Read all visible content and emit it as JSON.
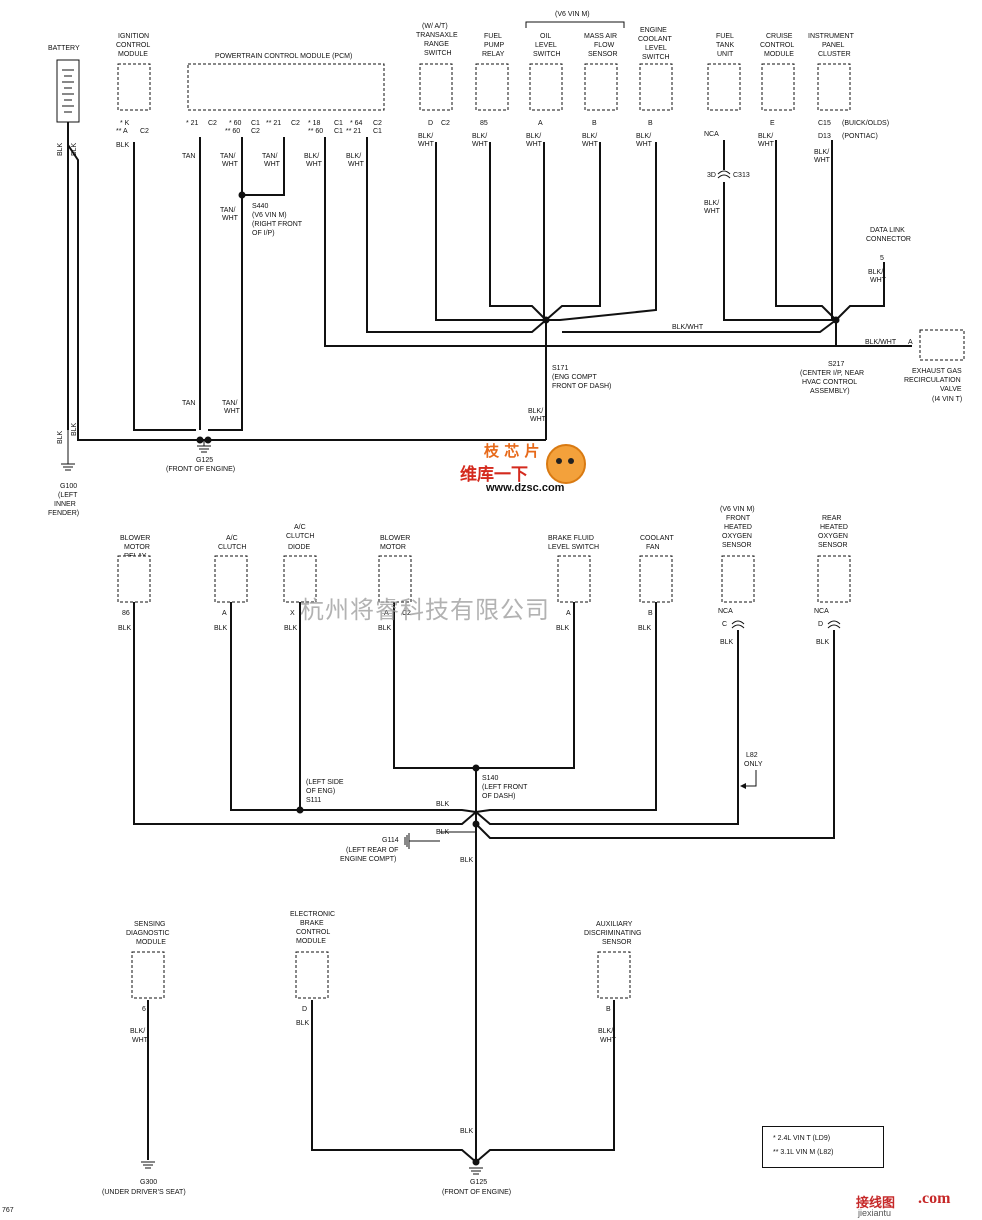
{
  "components": {
    "battery": "BATTERY",
    "ignition": [
      "IGNITION",
      "CONTROL",
      "MODULE"
    ],
    "pcm": "POWERTRAIN CONTROL MODULE (PCM)",
    "v6_group": "(V6 VIN M)",
    "transaxle": [
      "(W/ A/T)",
      "TRANSAXLE",
      "RANGE",
      "SWITCH"
    ],
    "fuel_pump": [
      "FUEL",
      "PUMP",
      "RELAY"
    ],
    "oil_level": [
      "OIL",
      "LEVEL",
      "SWITCH"
    ],
    "maf": [
      "MASS AIR",
      "FLOW",
      "SENSOR"
    ],
    "coolant_level": [
      "ENGINE",
      "COOLANT",
      "LEVEL",
      "SWITCH"
    ],
    "fuel_tank": [
      "FUEL",
      "TANK",
      "UNIT"
    ],
    "cruise": [
      "CRUISE",
      "CONTROL",
      "MODULE"
    ],
    "ipc": [
      "INSTRUMENT",
      "PANEL",
      "CLUSTER"
    ],
    "dlc": [
      "DATA LINK",
      "CONNECTOR"
    ],
    "egr": [
      "EXHAUST GAS",
      "RECIRCULATION",
      "VALVE",
      "(I4 VIN T)"
    ],
    "blower_relay": [
      "BLOWER",
      "MOTOR",
      "RELAY"
    ],
    "ac_clutch": [
      "A/C",
      "CLUTCH"
    ],
    "ac_diode": [
      "A/C",
      "CLUTCH",
      "DIODE"
    ],
    "blower_motor": [
      "BLOWER",
      "MOTOR"
    ],
    "brake_fluid": [
      "BRAKE FLUID",
      "LEVEL SWITCH"
    ],
    "coolant_fan": [
      "COOLANT",
      "FAN"
    ],
    "front_o2": [
      "(V6 VIN M)",
      "FRONT",
      "HEATED",
      "OXYGEN",
      "SENSOR"
    ],
    "rear_o2": [
      "REAR",
      "HEATED",
      "OXYGEN",
      "SENSOR"
    ],
    "sdm": [
      "SENSING",
      "DIAGNOSTIC",
      "MODULE"
    ],
    "ebcm": [
      "ELECTRONIC",
      "BRAKE",
      "CONTROL",
      "MODULE"
    ],
    "ads": [
      "AUXILIARY",
      "DISCRIMINATING",
      "SENSOR"
    ]
  },
  "pins": {
    "ign": [
      "* K",
      "** A",
      "C2"
    ],
    "pcm": [
      "* 21",
      "C2",
      "* 60",
      "** 60",
      "C1",
      "C2",
      "** 21",
      "C2",
      "* 18",
      "** 60",
      "C1",
      "C1",
      "* 64",
      "** 21",
      "C2",
      "C1"
    ],
    "transaxle": [
      "D",
      "C2"
    ],
    "fuel_pump": "85",
    "oil": "A",
    "maf": "B",
    "coolant": "B",
    "fuel_tank": [
      "NCA",
      "3D",
      "C313"
    ],
    "cruise": "E",
    "ipc": [
      "C15",
      "D13",
      "(BUICK/OLDS)",
      "(PONTIAC)"
    ],
    "dlc": "5",
    "egr": "A",
    "blower_relay": "86",
    "ac_clutch": "A",
    "ac_diode": "X",
    "blower_motor": [
      "A",
      "C2"
    ],
    "brake_fluid": "A",
    "coolant_fan": "B",
    "front_o2": [
      "NCA",
      "C"
    ],
    "rear_o2": [
      "NCA",
      "D"
    ],
    "sdm": "6",
    "ebcm": "D",
    "ads": "B"
  },
  "wires": {
    "blk": "BLK",
    "tan": "TAN",
    "tan_wht": [
      "TAN/",
      "WHT"
    ],
    "blk_wht": [
      "BLK/",
      "WHT"
    ],
    "blk_wht_inline": "BLK/WHT"
  },
  "splices": {
    "s440": [
      "S440",
      "(V6 VIN M)",
      "(RIGHT FRONT",
      "OF I/P)"
    ],
    "s171": [
      "S171",
      "(ENG COMPT",
      "FRONT OF DASH)"
    ],
    "s217": [
      "S217",
      "(CENTER I/P, NEAR",
      "HVAC CONTROL",
      "ASSEMBLY)"
    ],
    "s140": [
      "S140",
      "(LEFT FRONT",
      "OF DASH)"
    ],
    "s111": [
      "(LEFT SIDE",
      "OF ENG)",
      "S111"
    ],
    "l82": [
      "L82",
      "ONLY"
    ]
  },
  "grounds": {
    "g100": [
      "G100",
      "(LEFT",
      "INNER",
      "FENDER)"
    ],
    "g125_top": [
      "G125",
      "(FRONT OF ENGINE)"
    ],
    "g114": [
      "G114",
      "(LEFT REAR OF",
      "ENGINE COMPT)"
    ],
    "g300": [
      "G300",
      "(UNDER DRIVER'S SEAT)"
    ],
    "g125_bottom": [
      "G125",
      "(FRONT OF ENGINE)"
    ]
  },
  "legend": [
    "* 2.4L VIN T (LD9)",
    "** 3.1L VIN M (L82)"
  ],
  "page_number": "767",
  "watermarks": {
    "company_cn": "杭州将睿科技有限公司",
    "logo_cn1": "枝 芯 片",
    "logo_cn2": "维库一下",
    "logo_url": "www.dzsc.com",
    "site_cn": "接线图",
    "site_com": ".com",
    "site_url": "jiexiantu"
  },
  "colors": {
    "ink": "#111111",
    "watermark_gray": "#999999",
    "logo_orange": "#e76a1a",
    "logo_red": "#d42a1e",
    "site_red": "#c62828"
  }
}
